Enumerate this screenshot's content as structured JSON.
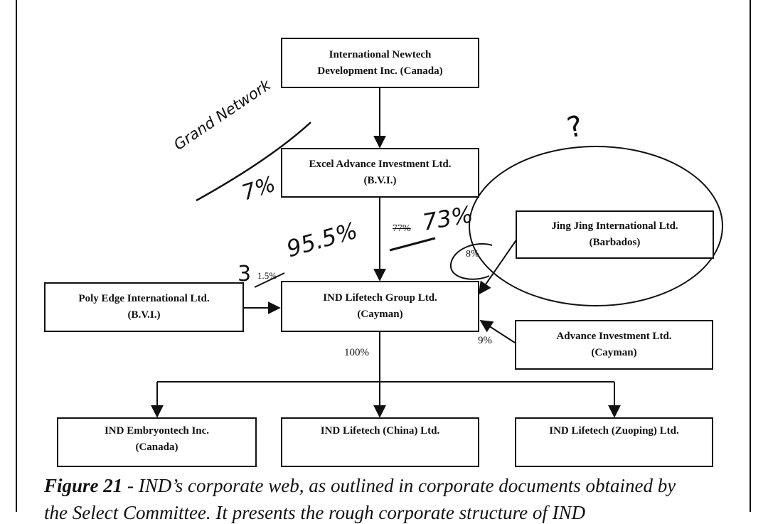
{
  "boxes": {
    "newtech": {
      "line1": "International Newtech",
      "line2": "Development Inc. (Canada)"
    },
    "excel": {
      "line1": "Excel Advance Investment Ltd.",
      "line2": "(B.V.I.)"
    },
    "jingjing": {
      "line1": "Jing Jing International Ltd.",
      "line2": "(Barbados)"
    },
    "polyedge": {
      "line1": "Poly Edge International Ltd.",
      "line2": "(B.V.I.)"
    },
    "lifetech": {
      "line1": "IND Lifetech Group Ltd.",
      "line2": "(Cayman)"
    },
    "advance": {
      "line1": "Advance Investment Ltd.",
      "line2": "(Cayman)"
    },
    "embryontech": {
      "line1": "IND Embryontech Inc.",
      "line2": "(Canada)"
    },
    "china": {
      "line1": "IND Lifetech (China) Ltd."
    },
    "zuoping": {
      "line1": "IND Lifetech (Zuoping) Ltd."
    }
  },
  "edge_labels": {
    "lifetech_subsidiaries": "100%",
    "advance_share": "9%",
    "jingjing_share": "8%",
    "excel_share_struck": "77%",
    "polyedge_share_struck": "1.5%"
  },
  "handwriting": {
    "grand_network": "Grand Network",
    "seven_pct": "7%",
    "ninetyfive_pct": "95.5%",
    "seventythree_pct": "73%",
    "three": "3",
    "question": "?"
  },
  "caption": {
    "figure": "Figure 21",
    "text": " - IND’s corporate web, as outlined in corporate documents obtained by",
    "line2": "the Select Committee. It presents the rough corporate structure of IND"
  }
}
